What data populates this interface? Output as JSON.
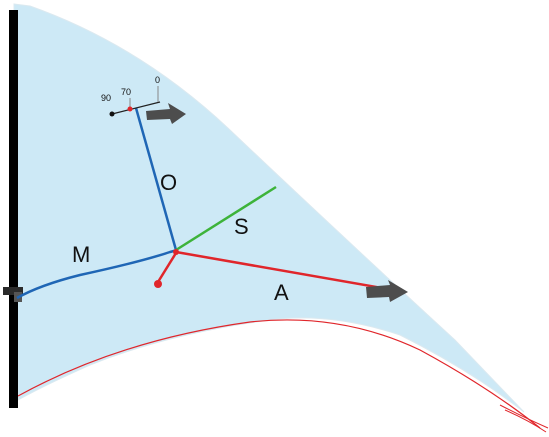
{
  "diagram": {
    "segment_labels": {
      "o": "O",
      "s": "S",
      "m": "M",
      "a": "A"
    },
    "angle_scale": {
      "label_90": "90",
      "label_70": "70",
      "label_0": "0"
    },
    "colors": {
      "sail_fill": "#cde9f6",
      "sail_edge": "#b9dcee",
      "mast": "#000000",
      "blue_line": "#1f66b5",
      "green_line": "#3db33a",
      "red_line": "#e0262b",
      "arrow": "#4d4d4d"
    }
  }
}
